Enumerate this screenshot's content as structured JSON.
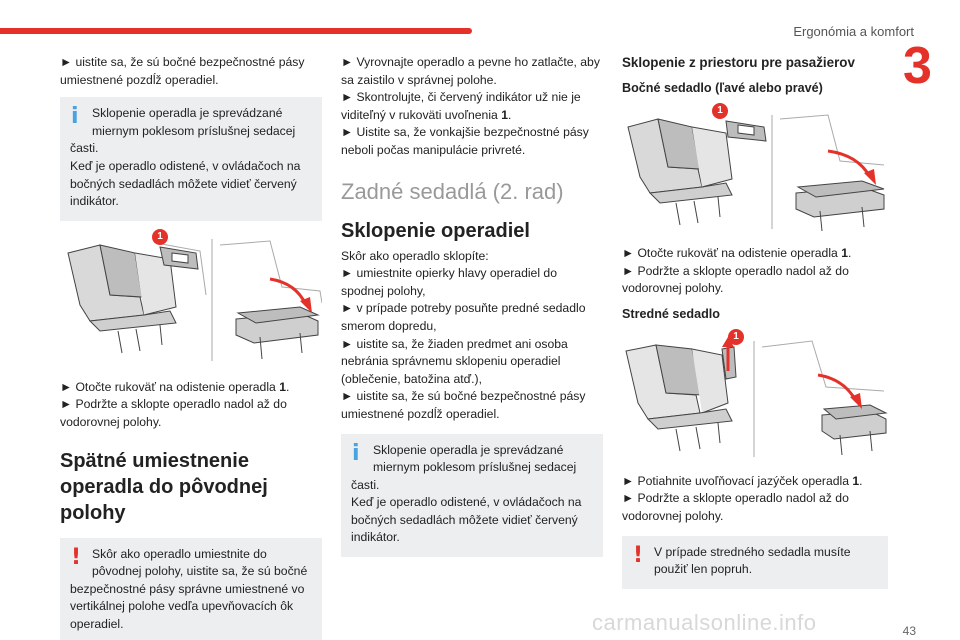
{
  "header": {
    "title": "Ergonómia a komfort",
    "chapter": "3"
  },
  "footer": {
    "page": "43",
    "watermark": "carmanualsonline.info"
  },
  "col1": {
    "p1": "► uistite sa, že sú bočné bezpečnostné pásy umiestnené pozdĺž operadiel.",
    "note1": {
      "first": "Sklopenie operadla je sprevádzané miernym poklesom príslušnej sedacej",
      "rest": "časti.\nKeď je operadlo odistené, v ovládačoch na bočných sedadlách môžete vidieť červený indikátor."
    },
    "fig_marker": "1",
    "p2_a": "► Otočte rukoväť na odistenie operadla ",
    "p2_num": "1",
    "p2_b": ".",
    "p2_c": "► Podržte a sklopte operadlo nadol až do vodorovnej polohy.",
    "heading": "Spätné umiestnenie operadla do pôvodnej polohy",
    "warn1": {
      "first": "Skôr ako operadlo umiestnite do pôvodnej polohy, uistite sa, že sú bočné",
      "rest": "bezpečnostné pásy správne umiestnené vo vertikálnej polohe vedľa upevňovacích ôk operadiel."
    }
  },
  "col2": {
    "p1_a": "► Vyrovnajte operadlo a pevne ho zatlačte, aby sa zaistilo v správnej polohe.",
    "p1_b": "► Skontrolujte, či červený indikátor už nie je viditeľný v rukoväti uvoľnenia ",
    "p1_num": "1",
    "p1_c": ".",
    "p1_d": "► Uistite sa, že vonkajšie bezpečnostné pásy neboli počas manipulácie privreté.",
    "heading_light": "Zadné sedadlá (2. rad)",
    "heading_bold": "Sklopenie operadiel",
    "p2": "Skôr ako operadlo sklopíte:\n► umiestnite opierky hlavy operadiel do spodnej polohy,\n► v prípade potreby posuňte predné sedadlo smerom dopredu,\n► uistite sa, že žiaden predmet ani osoba nebránia správnemu sklopeniu operadiel (oblečenie, batožina atď.),\n► uistite sa, že sú bočné bezpečnostné pásy umiestnené pozdĺž operadiel.",
    "note1": {
      "first": "Sklopenie operadla je sprevádzané miernym poklesom príslušnej sedacej",
      "rest": "časti.\nKeď je operadlo odistené, v ovládačoch na bočných sedadlách môžete vidieť červený indikátor."
    }
  },
  "col3": {
    "heading": "Sklopenie z priestoru pre pasažierov",
    "sub1": "Bočné sedadlo (ľavé alebo pravé)",
    "fig1_marker": "1",
    "p1_a": "► Otočte rukoväť na odistenie operadla ",
    "p1_num": "1",
    "p1_b": ".",
    "p1_c": "► Podržte a sklopte operadlo nadol až do vodorovnej polohy.",
    "sub2": "Stredné sedadlo",
    "fig2_marker": "1",
    "p2_a": "► Potiahnite uvoľňovací jazýček operadla ",
    "p2_num": "1",
    "p2_b": ".",
    "p2_c": "► Podržte a sklopte operadlo nadol až do vodorovnej polohy.",
    "warn1": {
      "first": "V prípade stredného sedadla musíte",
      "rest": "použiť len popruh."
    }
  },
  "icons": {
    "info": "i",
    "warn": "!"
  },
  "colors": {
    "accent": "#e4322b",
    "info": "#4aa3df",
    "note_bg": "#eceef0"
  }
}
